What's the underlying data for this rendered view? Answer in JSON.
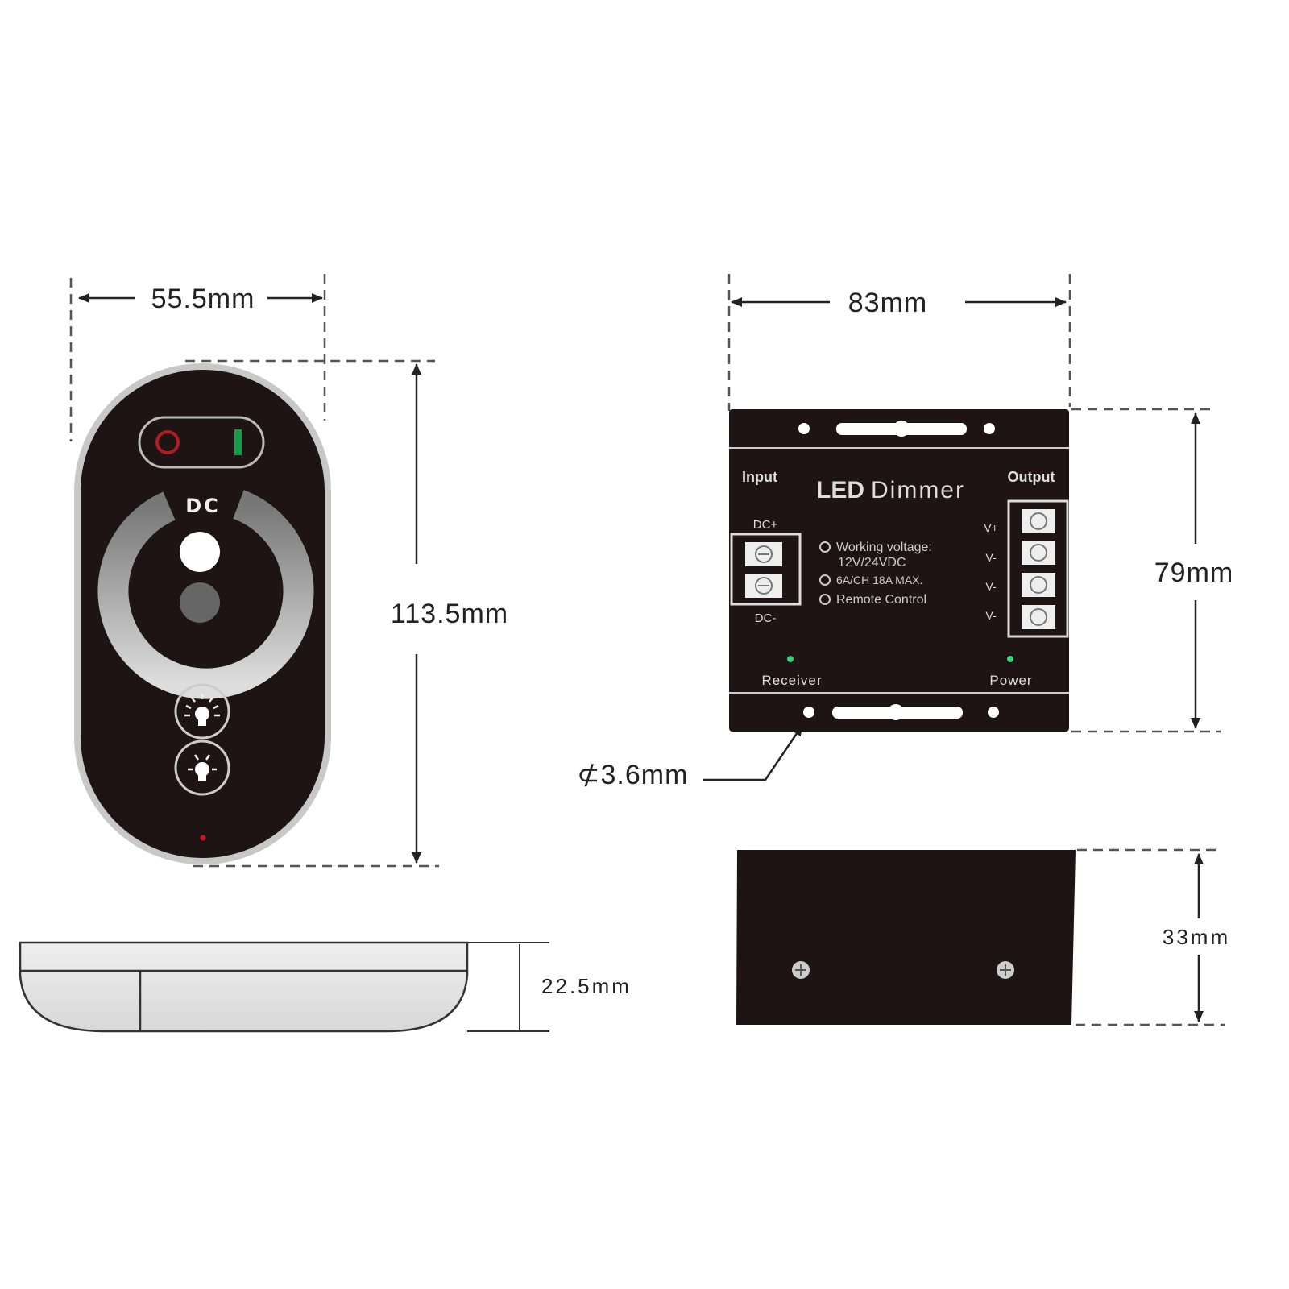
{
  "remote": {
    "width_label": "55.5mm",
    "height_label": "113.5mm",
    "depth_label": "22.5mm",
    "dc_label": "DC",
    "colors": {
      "body": "#1e1414",
      "off": "#b01c24",
      "on": "#1a9a4a",
      "indicator": "#d01020"
    }
  },
  "dimmer": {
    "title_bold": "LED",
    "title": "Dimmer",
    "input_label": "Input",
    "output_label": "Output",
    "dc_plus": "DC+",
    "dc_minus": "DC-",
    "output_terminals": [
      "V+",
      "V-",
      "V-",
      "V-"
    ],
    "specs": [
      "Working voltage:",
      "12V/24VDC",
      "6A/CH 18A MAX.",
      "Remote Control"
    ],
    "receiver_label": "Receiver",
    "power_label": "Power",
    "width_label": "83mm",
    "height_label": "79mm",
    "depth_label": "33mm",
    "hole_label": "3.6mm",
    "hole_symbol": "⊄",
    "colors": {
      "body": "#1e1414",
      "led": "#3ad07a"
    }
  }
}
